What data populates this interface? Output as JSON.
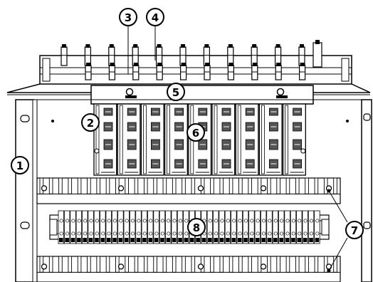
{
  "diagram": {
    "callouts": [
      {
        "id": "1",
        "label": "1"
      },
      {
        "id": "2",
        "label": "2"
      },
      {
        "id": "3",
        "label": "3"
      },
      {
        "id": "4",
        "label": "4"
      },
      {
        "id": "5",
        "label": "5"
      },
      {
        "id": "6",
        "label": "6"
      },
      {
        "id": "7",
        "label": "7"
      },
      {
        "id": "8",
        "label": "8"
      }
    ],
    "counts": {
      "rear_connectors_top_row": 11,
      "rear_connectors_bottom_row": 10,
      "power_modules": 9,
      "duct_fingers_per_row": 32
    },
    "colors": {
      "line": "#000000",
      "background": "#ffffff",
      "module_dark": "#555555"
    }
  }
}
